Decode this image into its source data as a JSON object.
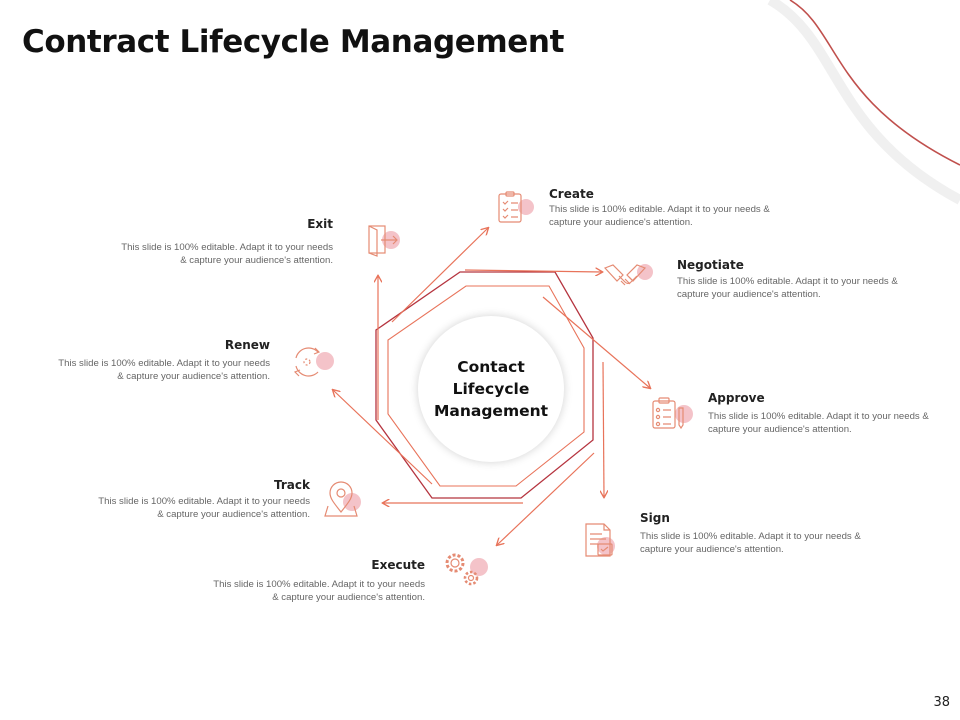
{
  "title": "Contract Lifecycle Management",
  "center_label": "Contact Lifecycle Management",
  "page_number": "38",
  "colors": {
    "accent": "#e8735a",
    "accent_dark": "#b5343f",
    "dot": "#f4c3c9",
    "icon_stroke": "#e58b73"
  },
  "stages": [
    {
      "id": "create",
      "title": "Create",
      "icon": "checklist-icon",
      "description": "This slide is 100% editable. Adapt it to your needs & capture your audience's attention."
    },
    {
      "id": "negotiate",
      "title": "Negotiate",
      "icon": "handshake-icon",
      "description": "This slide is 100% editable. Adapt it to your needs & capture your audience's attention."
    },
    {
      "id": "approve",
      "title": "Approve",
      "icon": "clipboard-icon",
      "description": "This slide is 100% editable. Adapt it to your needs & capture your audience's attention."
    },
    {
      "id": "sign",
      "title": "Sign",
      "icon": "document-icon",
      "description": "This slide is 100% editable. Adapt it to your needs & capture your audience's attention."
    },
    {
      "id": "execute",
      "title": "Execute",
      "icon": "gears-icon",
      "description": "This slide is 100% editable. Adapt it to your needs & capture your audience's attention."
    },
    {
      "id": "track",
      "title": "Track",
      "icon": "map-pin-icon",
      "description": "This slide is 100% editable. Adapt it to your needs & capture your audience's attention."
    },
    {
      "id": "renew",
      "title": "Renew",
      "icon": "renew-icon",
      "description": "This slide is 100% editable. Adapt it to your needs & capture your audience's attention."
    },
    {
      "id": "exit",
      "title": "Exit",
      "icon": "exit-door-icon",
      "description": "This slide is 100% editable. Adapt it to your needs & capture your audience's attention."
    }
  ]
}
